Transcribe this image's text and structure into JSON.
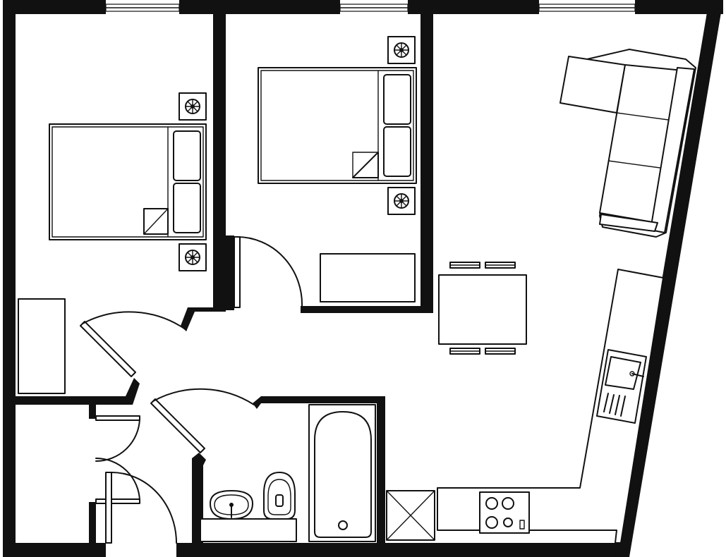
{
  "plan": {
    "background_color": "#ffffff",
    "line_color": "#111111",
    "rooms": [
      "bedroom-left",
      "bedroom-middle",
      "living-kitchen",
      "hallway",
      "bathroom",
      "storage-closet"
    ],
    "fixtures": {
      "beds": 2,
      "ceiling_lights": 4,
      "sofa": 1,
      "dining_table": 1,
      "dining_chairs": 4,
      "kitchen_sink": 1,
      "hob_burners": 4,
      "bathtub": 1,
      "toilet": 1,
      "washbasin": 1,
      "doors": 5,
      "windows": 3
    }
  }
}
